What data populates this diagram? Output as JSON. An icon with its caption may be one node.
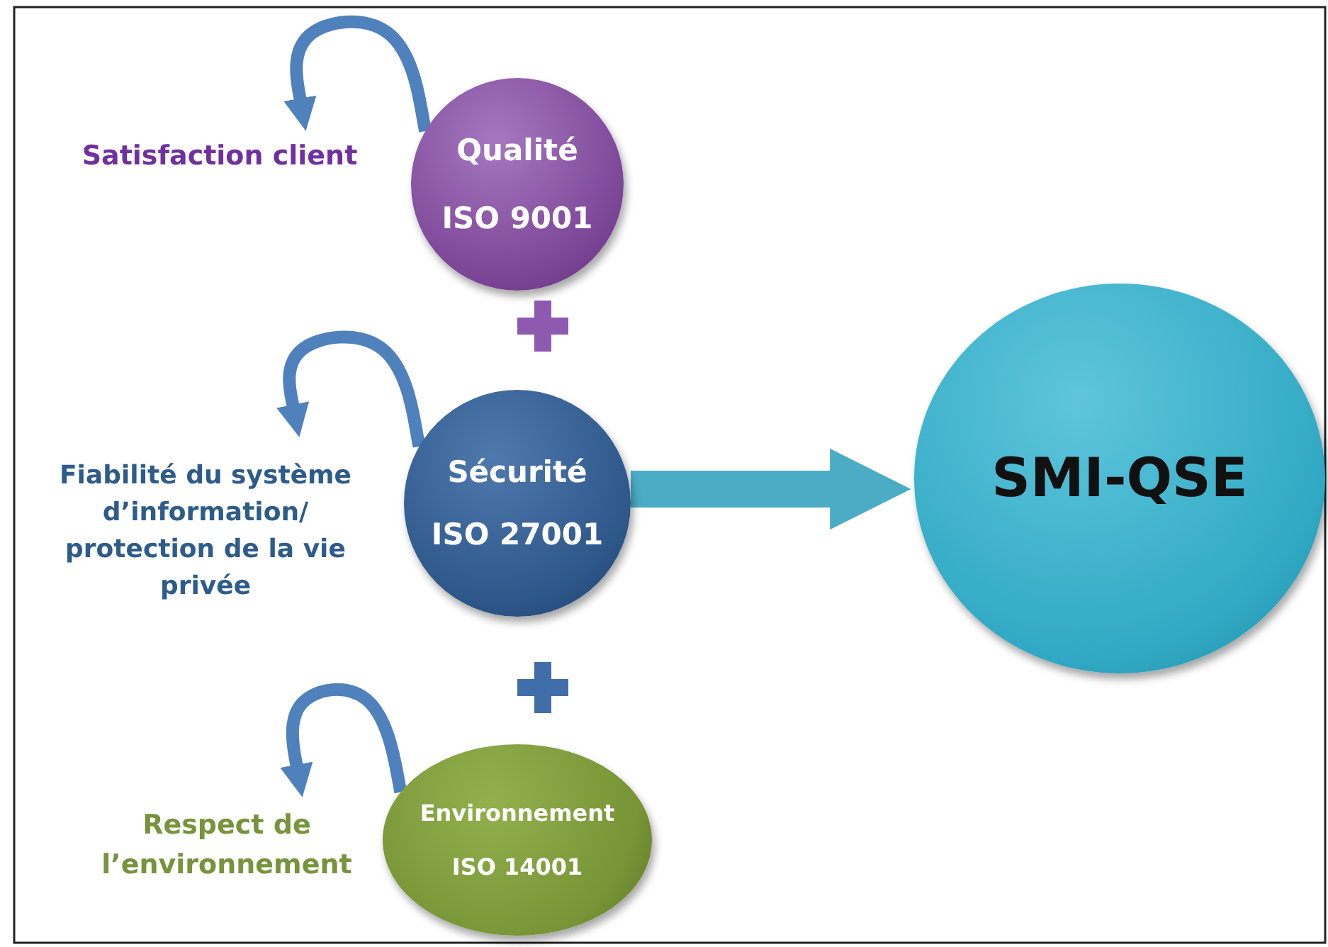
{
  "diagram": {
    "nodes": [
      {
        "text": [
          "Qualité",
          "ISO 9001"
        ]
      },
      {
        "text": [
          "Satisfaction client"
        ]
      },
      {
        "text": [
          "Sécurité",
          "ISO 27001"
        ]
      },
      {
        "text": [
          "Fiabilité du système d’information/ protection de la vie privée"
        ]
      },
      {
        "text": [
          "Environnement",
          "ISO 14001"
        ]
      },
      {
        "text": [
          "Respect de l’environnement"
        ]
      },
      {
        "text": [
          "SMI-QSE"
        ]
      }
    ],
    "edges": [
      {
        "from": 0,
        "to": 1,
        "arrow": "to"
      },
      {
        "from": 2,
        "to": 3,
        "arrow": "to"
      },
      {
        "from": 4,
        "to": 5,
        "arrow": "to"
      },
      {
        "from": 2,
        "to": 6,
        "arrow": "to",
        "style": "thick",
        "color": "#4bacc6"
      }
    ]
  }
}
